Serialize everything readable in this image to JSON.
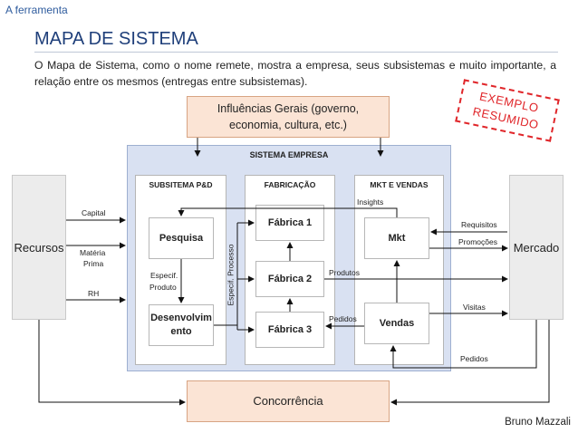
{
  "header": {
    "section": "A ferramenta",
    "title": "MAPA DE SISTEMA",
    "description": "O Mapa de Sistema, como o nome remete, mostra a empresa, seus subsistemas e muito importante, a relação entre os mesmos (entregas entre subsistemas)."
  },
  "stamp": {
    "line1": "EXEMPLO",
    "line2": "RESUMIDO"
  },
  "diagram": {
    "influences": {
      "line1": "Influências Gerais (governo,",
      "line2": "economia, cultura, etc.)"
    },
    "system_title": "SISTEMA EMPRESA",
    "subsystems": {
      "pd": "SUBSITEMA P&D",
      "fab": "FABRICAÇÃO",
      "mkt": "MKT E VENDAS"
    },
    "nodes": {
      "pesquisa": "Pesquisa",
      "desenvolvimento": "Desenvolvimento",
      "fabrica1": "Fábrica 1",
      "fabrica2": "Fábrica 2",
      "fabrica3": "Fábrica 3",
      "mkt": "Mkt",
      "vendas": "Vendas"
    },
    "recursos": "Recursos",
    "mercado": "Mercado",
    "concorrencia": "Concorrência",
    "flows": {
      "capital": "Capital",
      "materia": "Matéria",
      "prima": "Prima",
      "rh": "RH",
      "especif": "Especif.",
      "produto": "Produto",
      "especif_processo": "Especif. Processo",
      "insights": "Insights",
      "requisitos": "Requisitos",
      "promocoes": "Promoções",
      "produtos": "Produtos",
      "pedidos_inner": "Pedidos",
      "visitas": "Visitas",
      "pedidos_outer": "Pedidos"
    }
  },
  "author": "Bruno Mazzali"
}
